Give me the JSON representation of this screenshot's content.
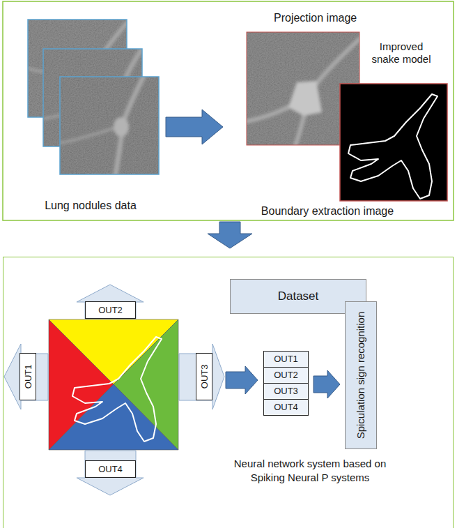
{
  "diagram": {
    "nodes": [
      {
        "text": [
          "Lung nodules data"
        ]
      },
      {
        "text": [
          "Projection image"
        ]
      },
      {
        "text": [
          "Boundary extraction image"
        ]
      },
      {
        "text": [
          "Neural network system based on Spiking Neural P systems"
        ]
      },
      {
        "text": [
          "Dataset"
        ],
        "in": 3
      },
      {
        "text": [
          "OUT1"
        ],
        "in": 3
      },
      {
        "text": [
          "OUT2"
        ],
        "in": 3
      },
      {
        "text": [
          "OUT3"
        ],
        "in": 3
      },
      {
        "text": [
          "OUT4"
        ],
        "in": 3
      },
      {
        "text": [
          "OUT1",
          "OUT2",
          "OUT3",
          "OUT4"
        ],
        "in": 3
      },
      {
        "text": [
          "Spiculation sign recognition"
        ],
        "in": 3
      }
    ],
    "edges": [
      {
        "from": 0,
        "to": 1,
        "arrow": "to"
      },
      {
        "from": 7,
        "to": 9,
        "arrow": "to"
      },
      {
        "from": 9,
        "to": 10,
        "arrow": "to"
      }
    ],
    "labels": [
      "Improved snake model"
    ]
  }
}
